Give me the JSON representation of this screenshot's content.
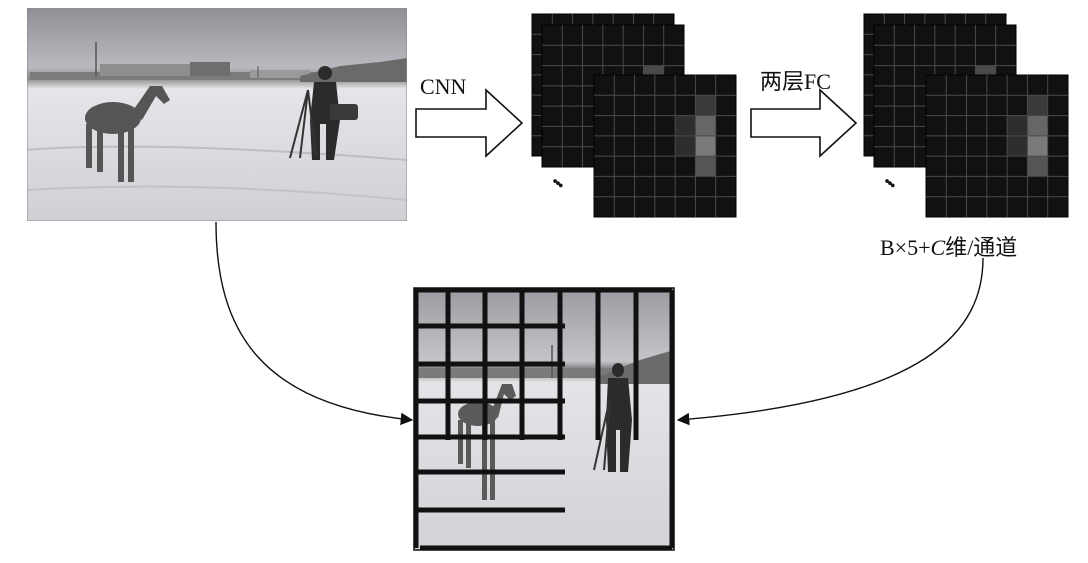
{
  "labels": {
    "cnn": "CNN",
    "fc": "两层FC",
    "output_dims_prefix": "B×5+",
    "output_dims_var": "C",
    "output_dims_suffix": "维/通道"
  },
  "feature_maps": {
    "grid_size": 7,
    "stacks_shown": 3,
    "ellipsis": "•••"
  },
  "colors": {
    "background": "#ffffff",
    "stroke": "#111111",
    "feature_map_fill": "#111111",
    "feature_map_grid": "#4a4a4a"
  }
}
